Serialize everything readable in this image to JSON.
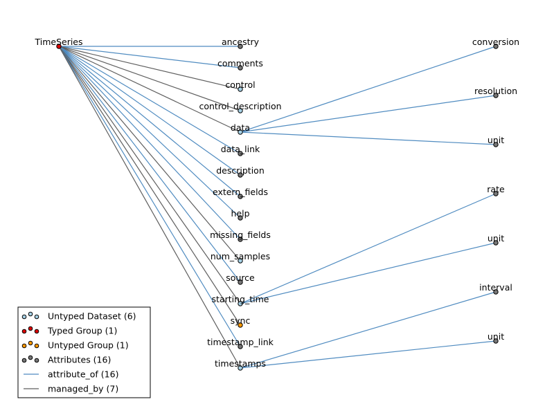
{
  "colors": {
    "attribute_of": "#4f8bc0",
    "managed_by": "#5e5e5e",
    "untyped_dataset": "#a6d0e4",
    "typed_group": "#dd0000",
    "untyped_group": "#ff9900",
    "attribute": "#777777",
    "node_edge": "#000000"
  },
  "root": {
    "label": "TimeSeries",
    "kind": "typed_group"
  },
  "children": [
    {
      "label": "ancestry",
      "kind": "attribute",
      "edge": "attribute_of"
    },
    {
      "label": "comments",
      "kind": "attribute",
      "edge": "attribute_of"
    },
    {
      "label": "control",
      "kind": "untyped_dataset",
      "edge": "managed_by"
    },
    {
      "label": "control_description",
      "kind": "untyped_dataset",
      "edge": "managed_by"
    },
    {
      "label": "data",
      "kind": "untyped_dataset",
      "edge": "managed_by"
    },
    {
      "label": "data_link",
      "kind": "attribute",
      "edge": "attribute_of"
    },
    {
      "label": "description",
      "kind": "attribute",
      "edge": "attribute_of"
    },
    {
      "label": "extern_fields",
      "kind": "attribute",
      "edge": "attribute_of"
    },
    {
      "label": "help",
      "kind": "attribute",
      "edge": "attribute_of"
    },
    {
      "label": "missing_fields",
      "kind": "attribute",
      "edge": "attribute_of"
    },
    {
      "label": "num_samples",
      "kind": "untyped_dataset",
      "edge": "managed_by"
    },
    {
      "label": "source",
      "kind": "attribute",
      "edge": "attribute_of"
    },
    {
      "label": "starting_time",
      "kind": "untyped_dataset",
      "edge": "managed_by"
    },
    {
      "label": "sync",
      "kind": "untyped_group",
      "edge": "managed_by"
    },
    {
      "label": "timestamp_link",
      "kind": "attribute",
      "edge": "attribute_of"
    },
    {
      "label": "timestamps",
      "kind": "untyped_dataset",
      "edge": "managed_by"
    }
  ],
  "grandchildren": [
    {
      "label": "conversion",
      "kind": "attribute",
      "parent": "data"
    },
    {
      "label": "resolution",
      "kind": "attribute",
      "parent": "data"
    },
    {
      "label": "unit",
      "kind": "attribute",
      "parent": "data"
    },
    {
      "label": "rate",
      "kind": "attribute",
      "parent": "starting_time"
    },
    {
      "label": "unit",
      "kind": "attribute",
      "parent": "starting_time"
    },
    {
      "label": "interval",
      "kind": "attribute",
      "parent": "timestamps"
    },
    {
      "label": "unit",
      "kind": "attribute",
      "parent": "timestamps"
    }
  ],
  "legend": {
    "items": [
      {
        "kind": "untyped_dataset",
        "label": "Untyped Dataset (6)"
      },
      {
        "kind": "typed_group",
        "label": "Typed Group (1)"
      },
      {
        "kind": "untyped_group",
        "label": "Untyped Group (1)"
      },
      {
        "kind": "attribute",
        "label": "Attributes (16)"
      },
      {
        "kind": "attribute_of",
        "label": "attribute_of (16)"
      },
      {
        "kind": "managed_by",
        "label": "managed_by (7)"
      }
    ]
  }
}
